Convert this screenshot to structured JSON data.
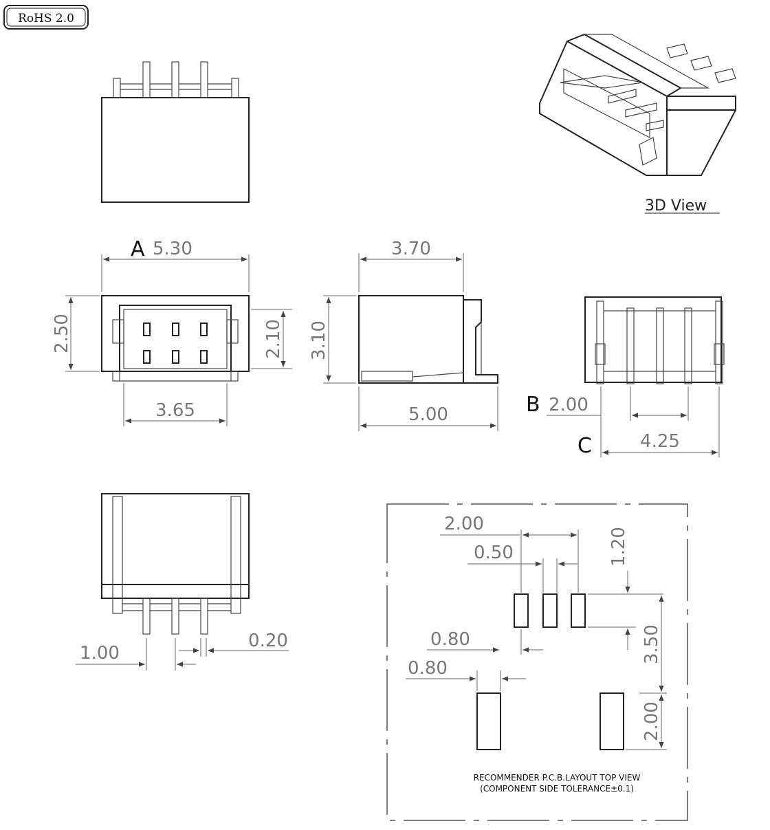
{
  "badge": {
    "rohs": "RoHS 2.0"
  },
  "view3d_label": "3D View",
  "dimensions": {
    "width_530": "5.30",
    "height_250": "2.50",
    "inner_210": "2.10",
    "pitch_365": "3.65",
    "depth_370": "3.70",
    "height_310": "3.10",
    "length_500": "5.00",
    "b_200": "2.00",
    "c_425": "4.25",
    "lead_100": "1.00",
    "lead_020": "0.20",
    "pcb_200_top": "2.00",
    "pcb_050": "0.50",
    "pcb_120": "1.20",
    "pcb_350": "3.50",
    "pcb_080_a": "0.80",
    "pcb_080_b": "0.80",
    "pcb_200_side": "2.00"
  },
  "letters": {
    "a": "A",
    "b": "B",
    "c": "C"
  },
  "pcb_note": {
    "line1": "RECOMMENDER P.C.B.LAYOUT TOP VIEW",
    "line2": "(COMPONENT SIDE TOLERANCE±0.1)"
  }
}
